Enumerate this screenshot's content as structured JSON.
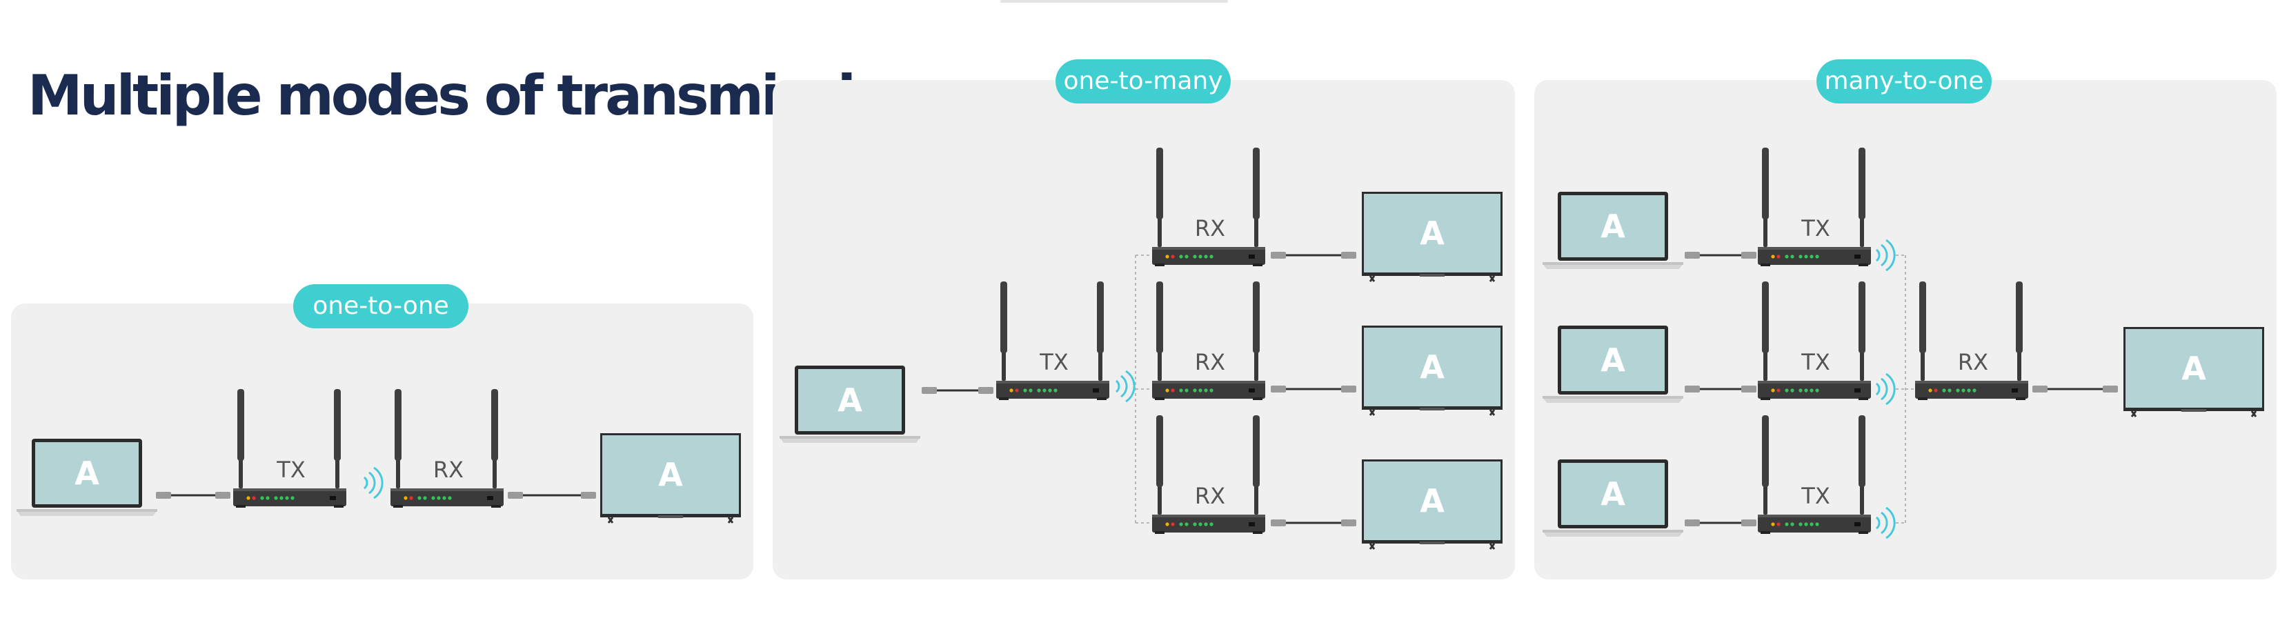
{
  "title": "Multiple modes of transmission",
  "colors": {
    "accent": "#3fcfd1",
    "title": "#1b2b4f",
    "panel": "#f0f0f0",
    "screen": "#b4d3d5",
    "device": "#3a3a3a"
  },
  "modes": {
    "one_to_one": {
      "label": "one-to-one",
      "screen_letter": "A",
      "tx_label": "TX",
      "rx_label": "RX"
    },
    "one_to_many": {
      "label": "one-to-many",
      "screen_letter": "A",
      "tx_label": "TX",
      "rx_label": "RX"
    },
    "many_to_one": {
      "label": "many-to-one",
      "screen_letter": "A",
      "tx_label": "TX",
      "rx_label": "RX"
    }
  }
}
